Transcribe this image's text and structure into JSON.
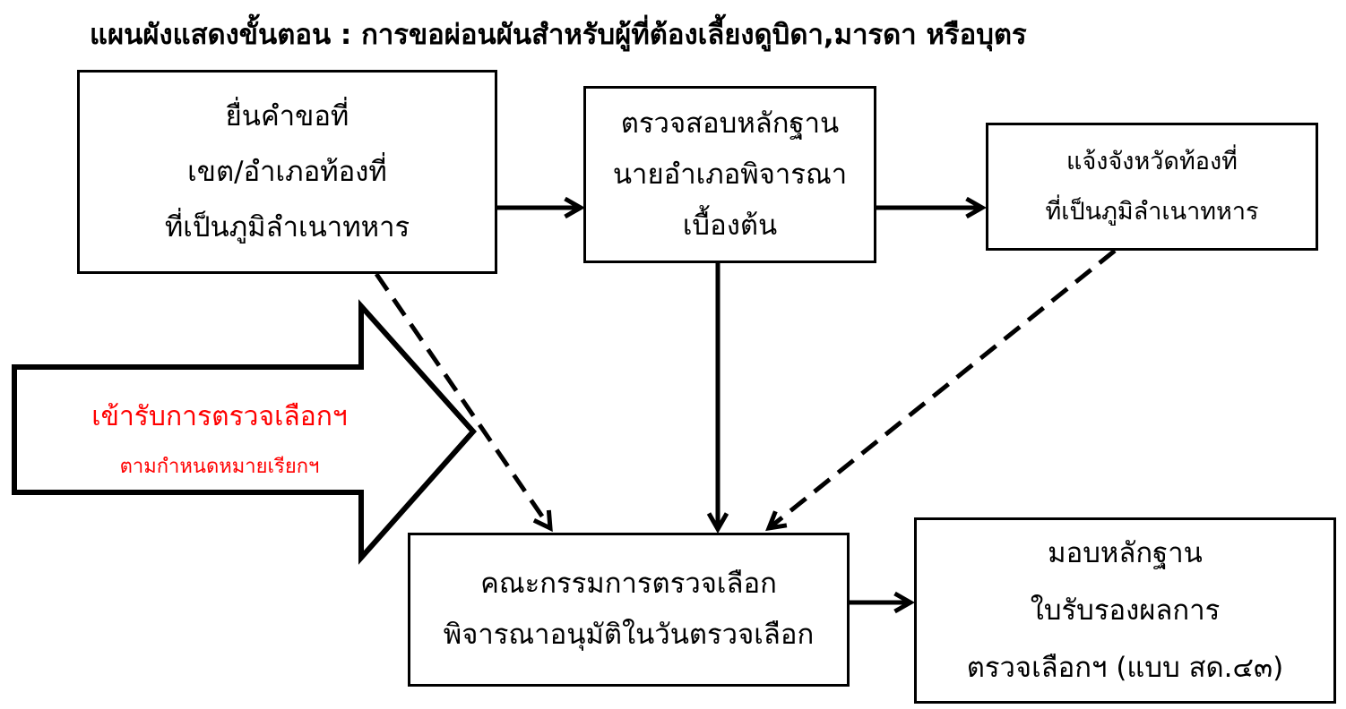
{
  "title": "แผนผังแสดงขั้นตอน : การขอผ่อนผันสำหรับผู้ที่ต้องเลี้ยงดูบิดา,มารดา หรือบุตร",
  "steps": {
    "submit": {
      "lines": [
        "ยื่นคำขอที่",
        "เขต/อำเภอท้องที่",
        "ที่เป็นภูมิลำเนาทหาร"
      ]
    },
    "verify": {
      "lines": [
        "ตรวจสอบหลักฐาน",
        "นายอำเภอพิจารณา",
        "เบื้องต้น"
      ]
    },
    "notify": {
      "lines": [
        "แจ้งจังหวัดท้องที่",
        "ที่เป็นภูมิลำเนาทหาร"
      ]
    },
    "committee": {
      "lines": [
        "คณะกรรมการตรวจเลือก",
        "พิจารณาอนุมัติในวันตรวจเลือก"
      ]
    },
    "certificate": {
      "lines": [
        "มอบหลักฐาน",
        "ใบรับรองผลการ",
        "ตรวจเลือกฯ (แบบ สด.๔๓)"
      ]
    }
  },
  "big_arrow": {
    "line1": "เข้ารับการตรวจเลือกฯ",
    "line2": "ตามกำหนดหมายเรียกฯ",
    "color": "#ff0000"
  },
  "colors": {
    "ink": "#000000",
    "background": "#ffffff",
    "highlight": "#ff0000"
  }
}
